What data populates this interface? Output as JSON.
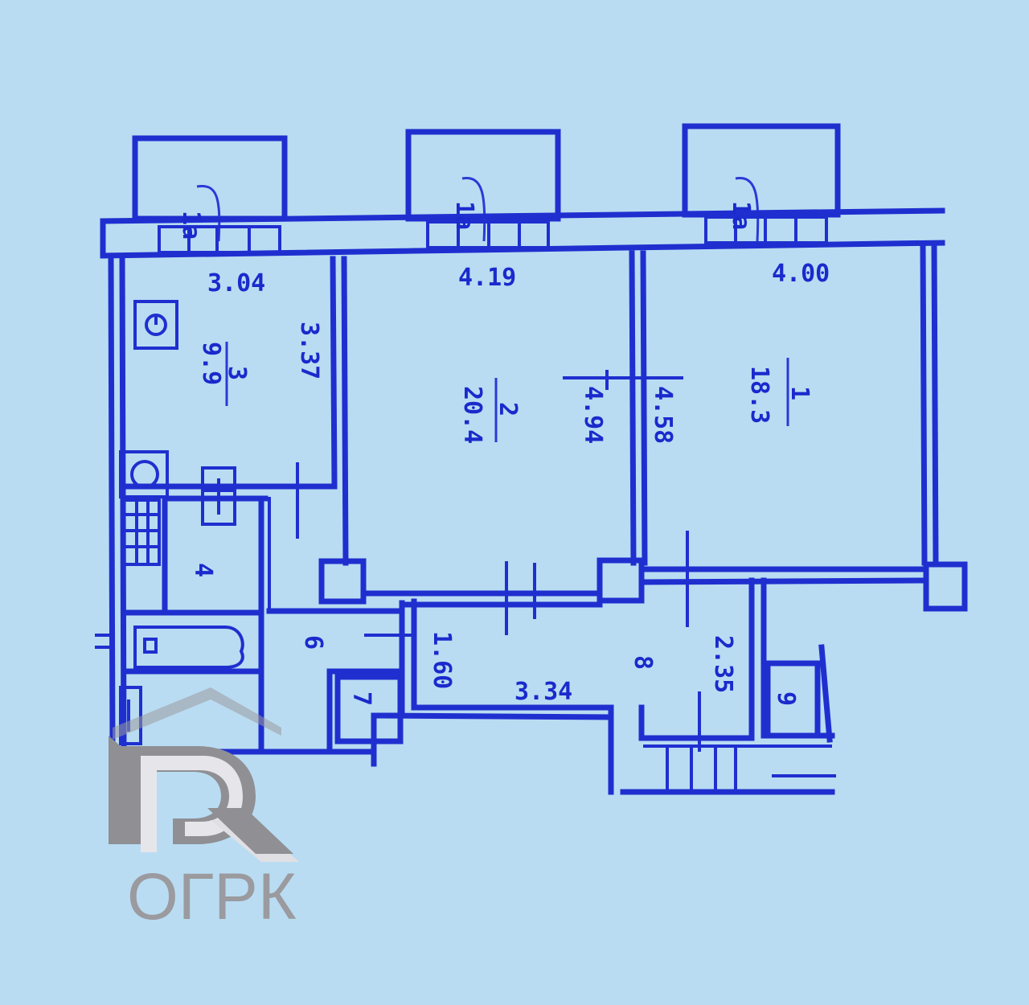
{
  "plan": {
    "balconies": {
      "left": "1a",
      "middle": "1a",
      "right": "1a"
    },
    "dimensions": {
      "d1": "3.04",
      "d2": "4.19",
      "d3": "4.00",
      "d4": "3.37",
      "d5": "4.94",
      "d6": "4.58",
      "d7": "1.60",
      "d8": "3.34",
      "d9": "2.35"
    },
    "rooms": {
      "r1_num": "1",
      "r1_area": "18.3",
      "r2_num": "2",
      "r2_area": "20.4",
      "r3_num": "3",
      "r3_area": "9.9",
      "r4_num": "4",
      "r6_num": "6",
      "r7_num": "7",
      "r8_num": "8",
      "r9_num": "9"
    }
  },
  "logo": {
    "text": "ОГРК"
  },
  "colors": {
    "background": "#b9dcf2",
    "ink": "#1f2fcf",
    "logo_gray": "#9a9a9f"
  }
}
